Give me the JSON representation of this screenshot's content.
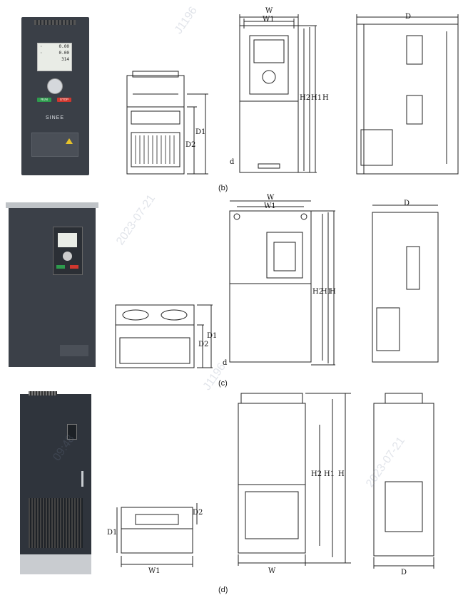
{
  "figure": {
    "captions": [
      "(b)",
      "(c)",
      "(d)"
    ]
  },
  "colors": {
    "housing": "#3a3f47",
    "run_key": "#2e9b4d",
    "stop_key": "#d0372e",
    "line": "#222222",
    "watermark": "#7a82a0"
  },
  "panel_b": {
    "keypad_display": {
      "line1": "0.00",
      "line2": "0.00",
      "line3": "314"
    },
    "keys": {
      "run": "RUN",
      "stop": "STOP"
    },
    "brand": "SINEE",
    "front_labels": {
      "w": "W",
      "w1": "W1",
      "h2": "H2",
      "h1": "H1",
      "h": "H",
      "d": "d"
    },
    "top_labels": {
      "d1": "D1",
      "d2": "D2"
    },
    "side_labels": {
      "depth": "D"
    }
  },
  "panel_c": {
    "front_labels": {
      "w": "W",
      "w1": "W1",
      "h2": "H2",
      "h1": "H1",
      "h": "H",
      "d": "d"
    },
    "top_labels": {
      "d1": "D1",
      "d2": "D2"
    },
    "side_labels": {
      "depth": "D"
    }
  },
  "panel_d": {
    "front_labels": {
      "h2": "H2",
      "h1": "H1",
      "h": "H",
      "w": "W"
    },
    "top_labels": {
      "d1": "D1",
      "d2": "D2",
      "w1": "W1"
    },
    "side_labels": {
      "depth": "D"
    }
  },
  "watermarks": [
    "J1196",
    "2023-07-21",
    "09:48"
  ]
}
